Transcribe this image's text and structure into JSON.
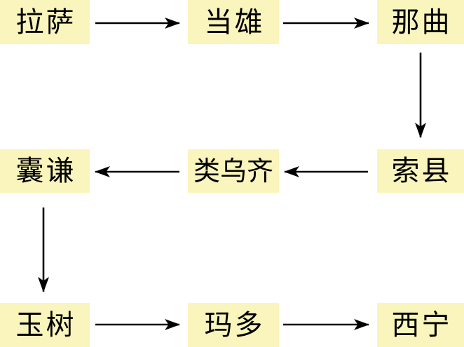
{
  "diagram": {
    "title": "route-flow-lhasa-to-xining",
    "colors": {
      "node_background": "#faf5bc",
      "text": "#000000",
      "arrow": "#000000",
      "page_background": "#ffffff"
    },
    "nodes": [
      {
        "label": "拉萨",
        "row": 0,
        "col": 0
      },
      {
        "label": "当雄",
        "row": 0,
        "col": 1
      },
      {
        "label": "那曲",
        "row": 0,
        "col": 2
      },
      {
        "label": "囊谦",
        "row": 1,
        "col": 0
      },
      {
        "label": "类乌齐",
        "row": 1,
        "col": 1
      },
      {
        "label": "索县",
        "row": 1,
        "col": 2
      },
      {
        "label": "玉树",
        "row": 2,
        "col": 0
      },
      {
        "label": "玛多",
        "row": 2,
        "col": 1
      },
      {
        "label": "西宁",
        "row": 2,
        "col": 2
      }
    ],
    "edges": [
      {
        "from": "拉萨",
        "to": "当雄",
        "direction": "right"
      },
      {
        "from": "当雄",
        "to": "那曲",
        "direction": "right"
      },
      {
        "from": "那曲",
        "to": "索县",
        "direction": "down"
      },
      {
        "from": "索县",
        "to": "类乌齐",
        "direction": "left"
      },
      {
        "from": "类乌齐",
        "to": "囊谦",
        "direction": "left"
      },
      {
        "from": "囊谦",
        "to": "玉树",
        "direction": "down"
      },
      {
        "from": "玉树",
        "to": "玛多",
        "direction": "right"
      },
      {
        "from": "玛多",
        "to": "西宁",
        "direction": "right"
      }
    ]
  }
}
